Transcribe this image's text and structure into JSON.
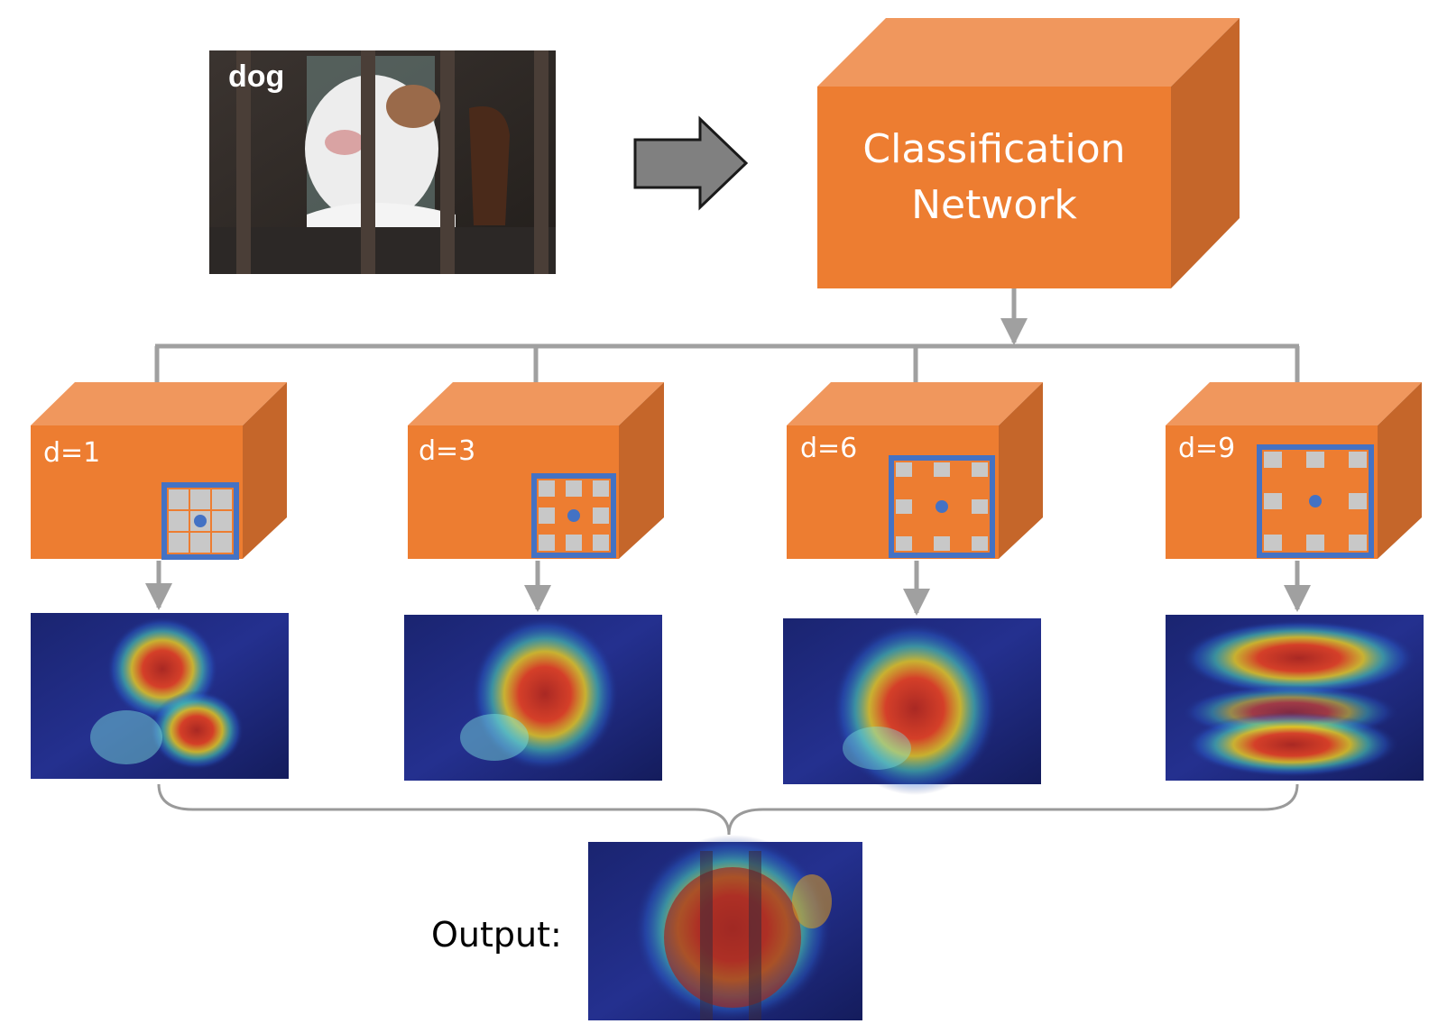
{
  "input": {
    "label": "dog"
  },
  "network": {
    "line1": "Classification",
    "line2": "Network"
  },
  "blocks": [
    {
      "label": "d=1",
      "dilation": 1
    },
    {
      "label": "d=3",
      "dilation": 3
    },
    {
      "label": "d=6",
      "dilation": 6
    },
    {
      "label": "d=9",
      "dilation": 9
    }
  ],
  "output": {
    "label": "Output:"
  },
  "colors": {
    "cube_front": "#ED7D31",
    "cube_top": "#F0975D",
    "cube_side": "#C5662A",
    "kernel_border": "#4472C4",
    "kernel_cell": "#C8C8C8",
    "connector": "#A0A0A0",
    "heat_background": "#1D2B7A"
  }
}
